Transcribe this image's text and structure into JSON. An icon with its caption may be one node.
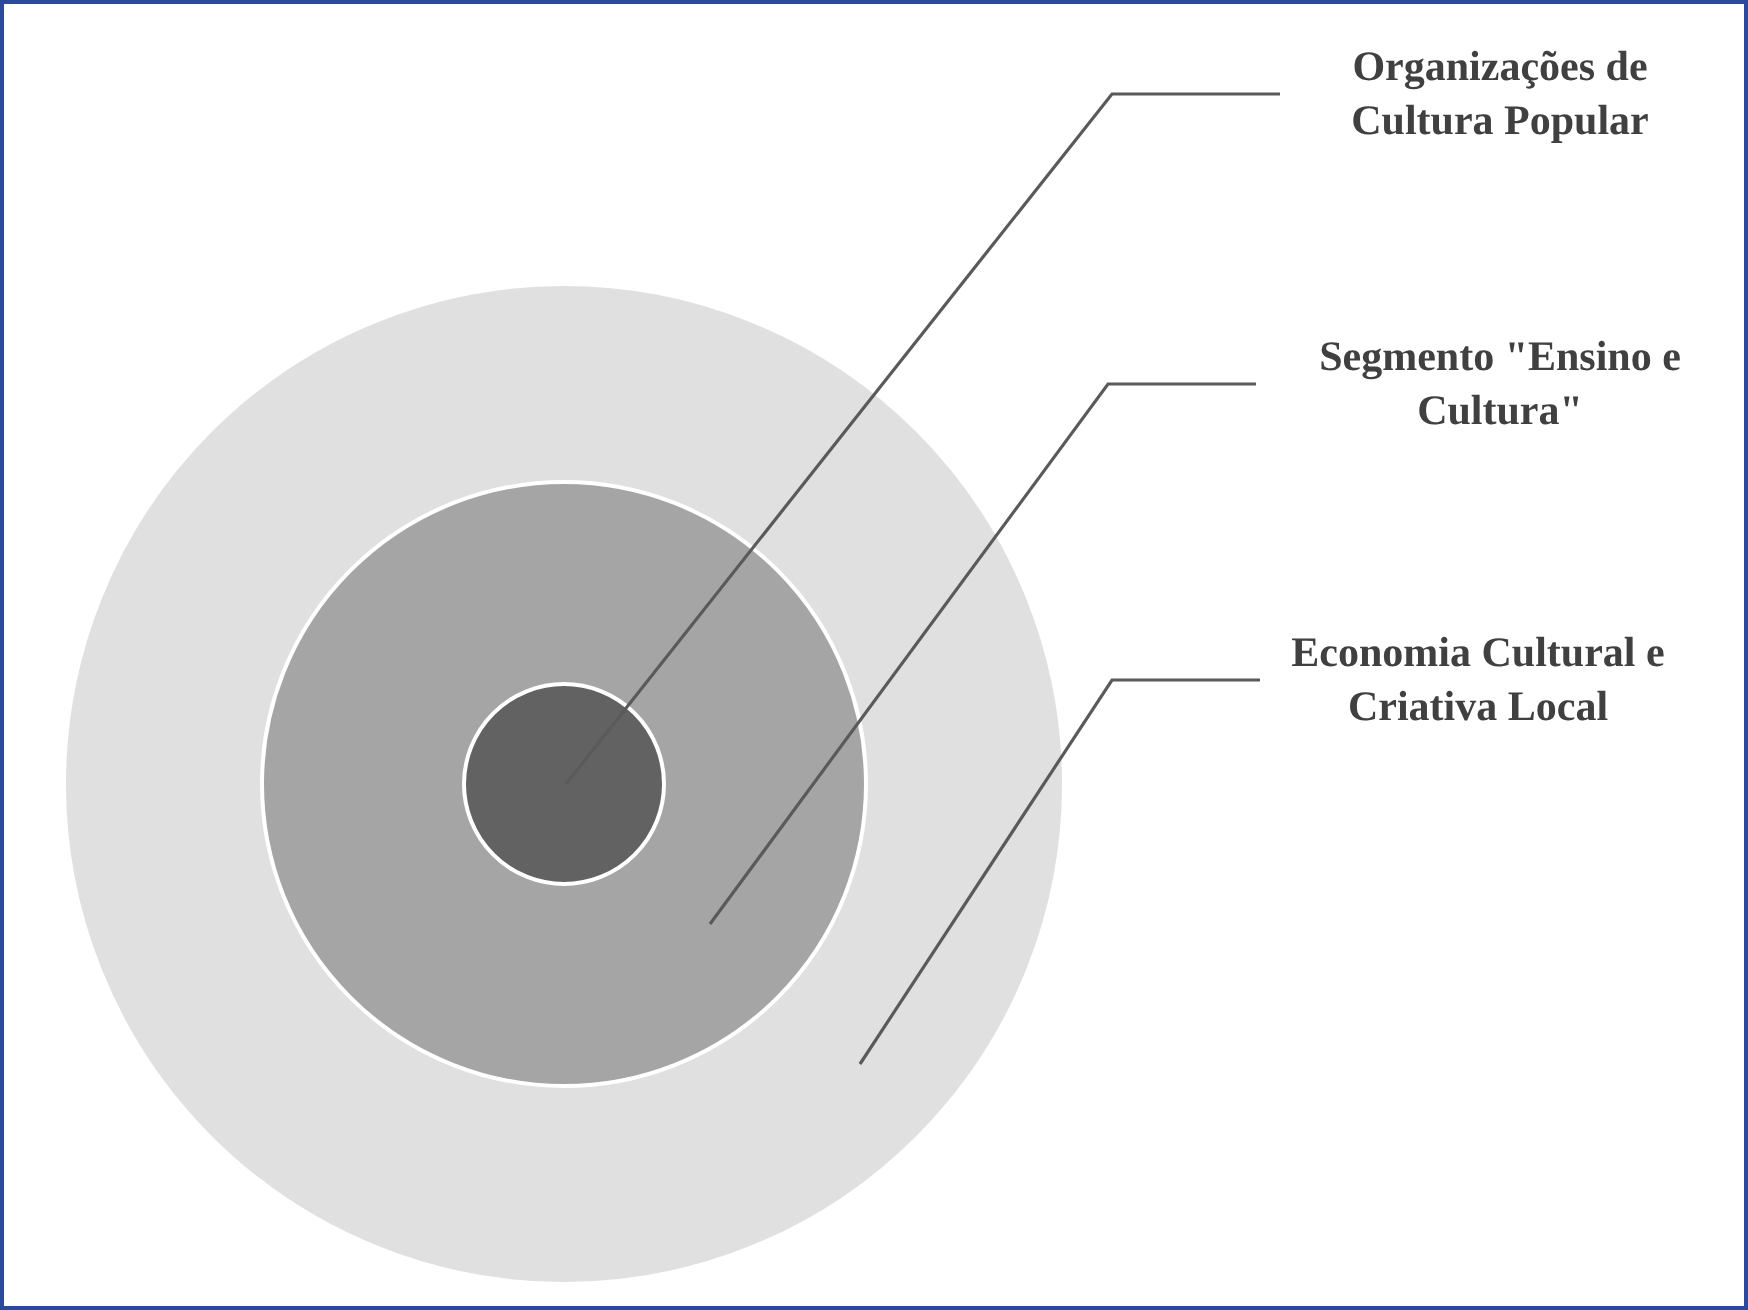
{
  "diagram": {
    "nodes": [
      {
        "text": [],
        "shape": "circle"
      },
      {
        "text": [],
        "shape": "circle",
        "in": 0
      },
      {
        "text": [],
        "shape": "circle",
        "in": 1
      },
      {
        "text": [
          "Organizações de Cultura Popular"
        ]
      },
      {
        "text": [
          "Segmento \"Ensino e Cultura\""
        ]
      },
      {
        "text": [
          "Economia Cultural e Criativa Local"
        ]
      }
    ],
    "edges": [
      {
        "from": 3,
        "to": 2,
        "arrow": "none"
      },
      {
        "from": 4,
        "to": 1,
        "arrow": "none"
      },
      {
        "from": 5,
        "to": 0,
        "arrow": "none"
      }
    ]
  }
}
